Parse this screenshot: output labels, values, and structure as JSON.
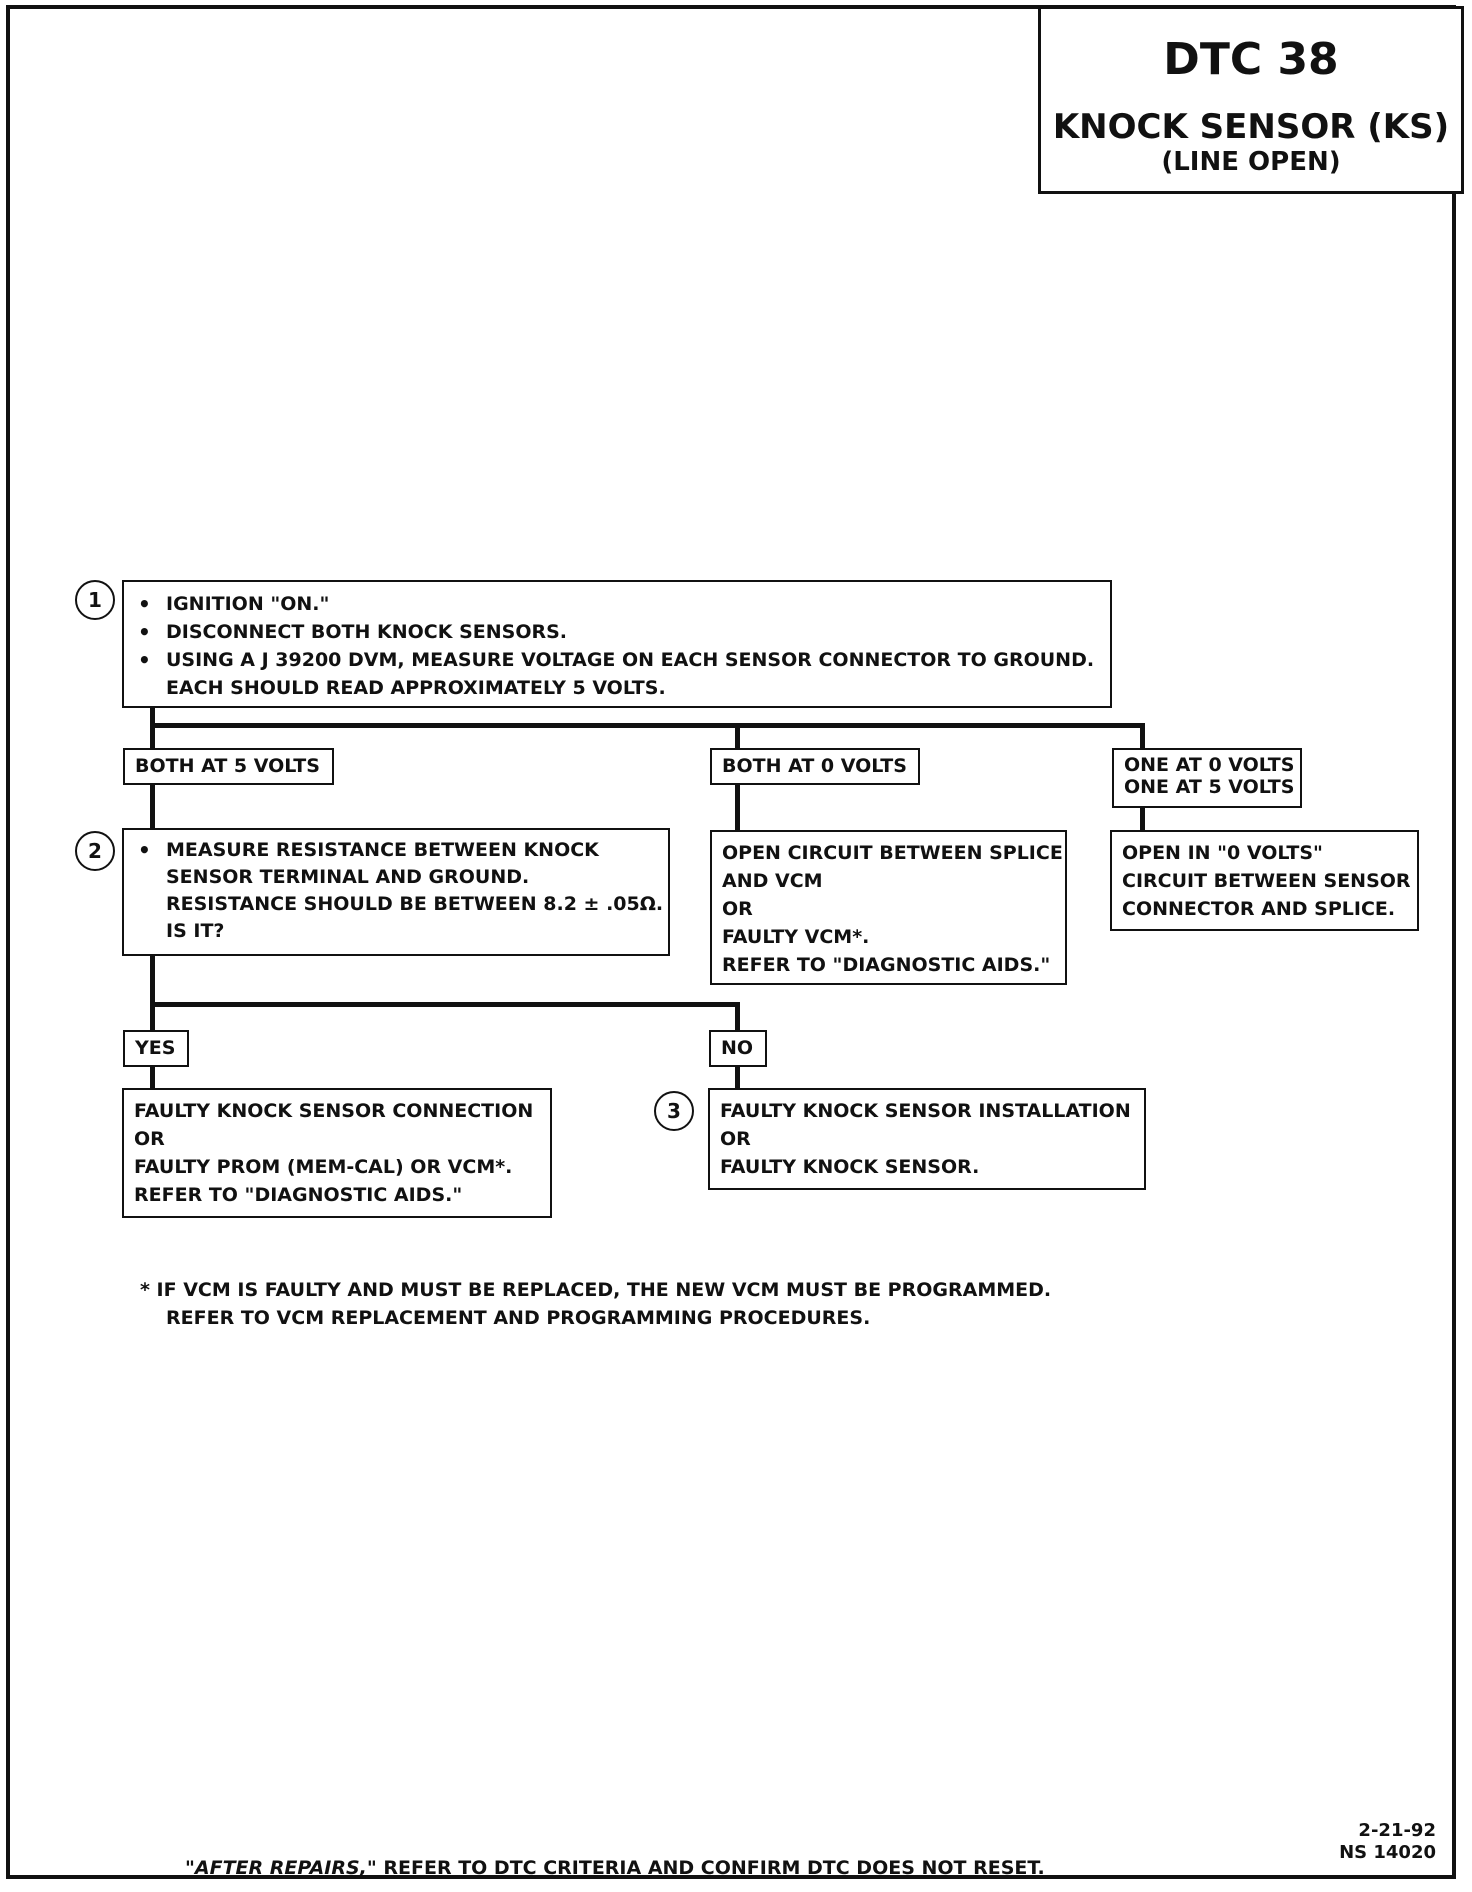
{
  "header": {
    "code": "DTC 38",
    "title": "KNOCK SENSOR (KS)",
    "subtitle": "(LINE OPEN)"
  },
  "step1": {
    "number": "1",
    "bullets": [
      "IGNITION \"ON.\"",
      "DISCONNECT BOTH KNOCK SENSORS.",
      "USING A J 39200 DVM, MEASURE VOLTAGE ON EACH SENSOR CONNECTOR TO GROUND."
    ],
    "continuation": "EACH SHOULD READ APPROXIMATELY 5 VOLTS."
  },
  "branches": {
    "both5": "BOTH AT 5 VOLTS",
    "both0": "BOTH AT 0 VOLTS",
    "one0": "ONE AT 0 VOLTS",
    "one5": "ONE AT 5 VOLTS"
  },
  "step2": {
    "number": "2",
    "bullet": "MEASURE RESISTANCE BETWEEN KNOCK",
    "lines": [
      "SENSOR TERMINAL AND GROUND.",
      "RESISTANCE SHOULD BE BETWEEN 8.2 ± .05Ω.",
      "IS IT?"
    ]
  },
  "result_both0": {
    "lines": [
      "OPEN CIRCUIT BETWEEN SPLICE",
      "AND VCM",
      "OR",
      "FAULTY VCM*.",
      "REFER TO \"DIAGNOSTIC AIDS.\""
    ]
  },
  "result_one": {
    "lines": [
      "OPEN IN \"0 VOLTS\"",
      "CIRCUIT BETWEEN SENSOR",
      "CONNECTOR AND SPLICE."
    ]
  },
  "answers": {
    "yes": "YES",
    "no": "NO"
  },
  "result_yes": {
    "lines": [
      "FAULTY KNOCK SENSOR CONNECTION",
      "OR",
      "FAULTY PROM (MEM-CAL) OR VCM*.",
      "REFER TO \"DIAGNOSTIC AIDS.\""
    ]
  },
  "step3": {
    "number": "3",
    "lines": [
      "FAULTY KNOCK SENSOR INSTALLATION",
      "OR",
      "FAULTY KNOCK SENSOR."
    ]
  },
  "footnote": {
    "line1": "*  IF VCM IS FAULTY AND MUST BE REPLACED, THE NEW VCM MUST BE PROGRAMMED.",
    "line2": "REFER TO VCM REPLACEMENT AND PROGRAMMING PROCEDURES."
  },
  "footer": {
    "italic": "\"AFTER REPAIRS,\"",
    "rest": " REFER TO DTC CRITERIA AND CONFIRM DTC DOES NOT RESET."
  },
  "stamp": {
    "date": "2-21-92",
    "doc": "NS 14020"
  }
}
